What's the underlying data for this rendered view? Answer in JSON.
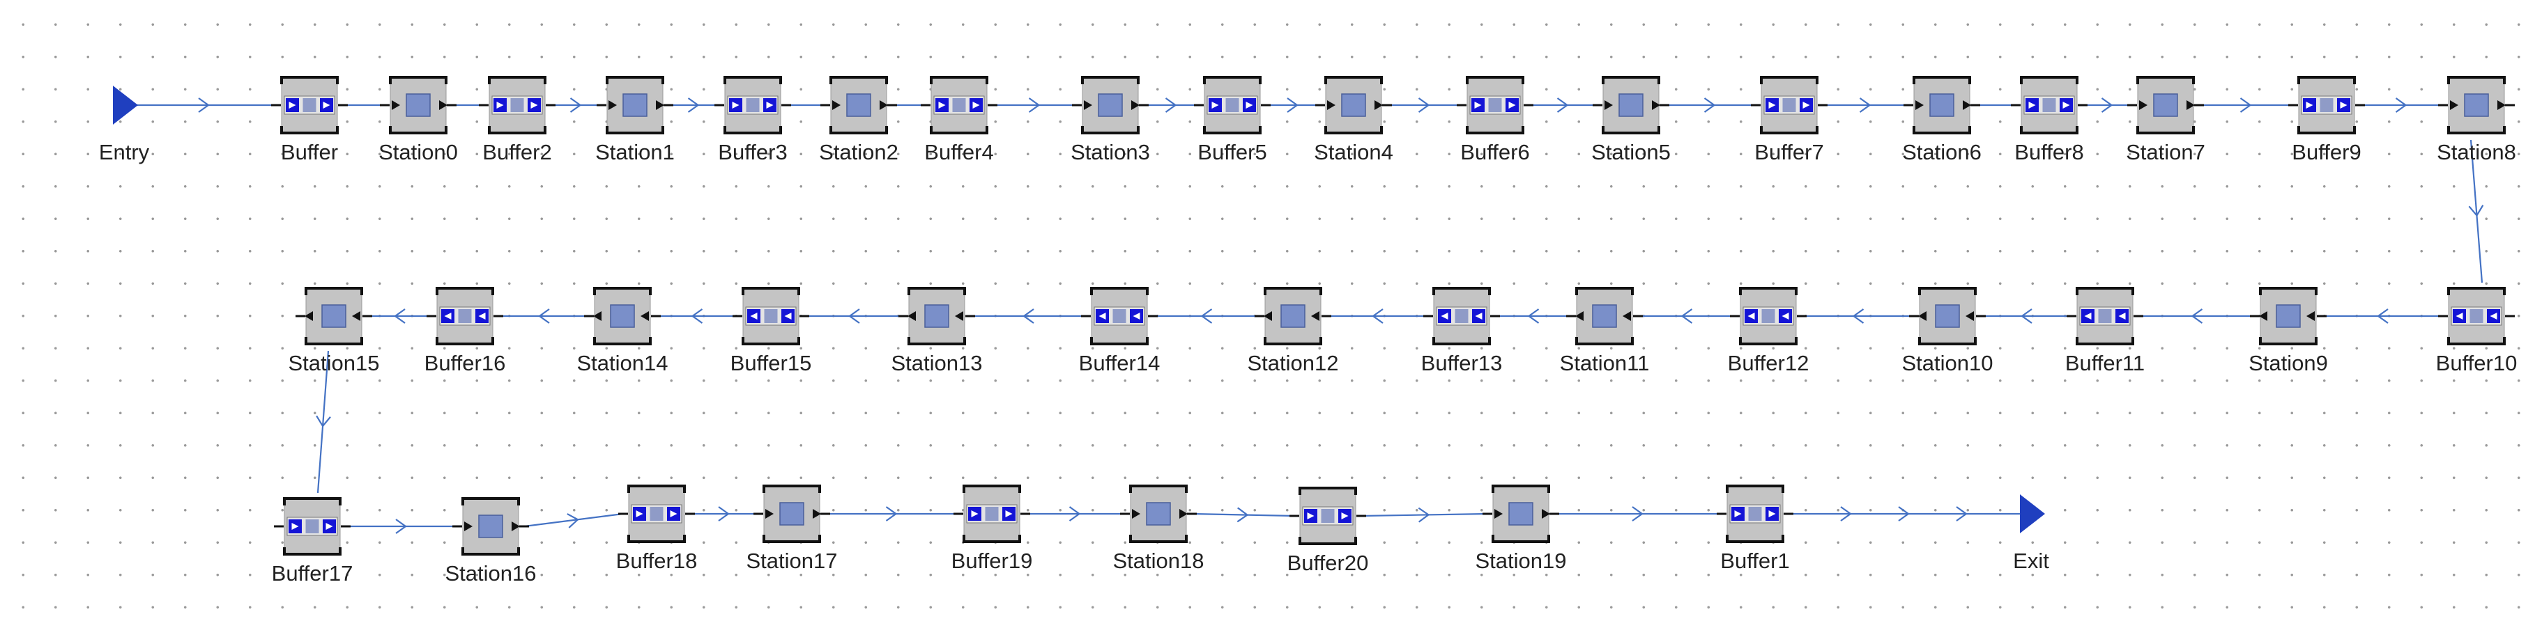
{
  "colors": {
    "connector": "#4472c4",
    "frame": "#111111",
    "block_fill": "#c4c4c4",
    "station_square": "#7a8fc9",
    "buffer_cell": "#1414d6",
    "entry_exit": "#1f3fbf"
  },
  "nodes": [
    {
      "id": "entry",
      "type": "entry",
      "label": "Entry"
    },
    {
      "id": "buffer",
      "type": "buffer",
      "label": "Buffer"
    },
    {
      "id": "station0",
      "type": "station",
      "label": "Station0"
    },
    {
      "id": "buffer2",
      "type": "buffer",
      "label": "Buffer2"
    },
    {
      "id": "station1",
      "type": "station",
      "label": "Station1"
    },
    {
      "id": "buffer3",
      "type": "buffer",
      "label": "Buffer3"
    },
    {
      "id": "station2",
      "type": "station",
      "label": "Station2"
    },
    {
      "id": "buffer4",
      "type": "buffer",
      "label": "Buffer4"
    },
    {
      "id": "station3",
      "type": "station",
      "label": "Station3"
    },
    {
      "id": "buffer5",
      "type": "buffer",
      "label": "Buffer5"
    },
    {
      "id": "station4",
      "type": "station",
      "label": "Station4"
    },
    {
      "id": "buffer6",
      "type": "buffer",
      "label": "Buffer6"
    },
    {
      "id": "station5",
      "type": "station",
      "label": "Station5"
    },
    {
      "id": "buffer7",
      "type": "buffer",
      "label": "Buffer7"
    },
    {
      "id": "station6",
      "type": "station",
      "label": "Station6"
    },
    {
      "id": "buffer8",
      "type": "buffer",
      "label": "Buffer8"
    },
    {
      "id": "station7",
      "type": "station",
      "label": "Station7"
    },
    {
      "id": "buffer9",
      "type": "buffer",
      "label": "Buffer9"
    },
    {
      "id": "station8",
      "type": "station",
      "label": "Station8"
    },
    {
      "id": "buffer10",
      "type": "buffer",
      "label": "Buffer10"
    },
    {
      "id": "station9",
      "type": "station",
      "label": "Station9"
    },
    {
      "id": "buffer11",
      "type": "buffer",
      "label": "Buffer11"
    },
    {
      "id": "station10",
      "type": "station",
      "label": "Station10"
    },
    {
      "id": "buffer12",
      "type": "buffer",
      "label": "Buffer12"
    },
    {
      "id": "station11",
      "type": "station",
      "label": "Station11"
    },
    {
      "id": "buffer13",
      "type": "buffer",
      "label": "Buffer13"
    },
    {
      "id": "station12",
      "type": "station",
      "label": "Station12"
    },
    {
      "id": "buffer14",
      "type": "buffer",
      "label": "Buffer14"
    },
    {
      "id": "station13",
      "type": "station",
      "label": "Station13"
    },
    {
      "id": "buffer15",
      "type": "buffer",
      "label": "Buffer15"
    },
    {
      "id": "station14",
      "type": "station",
      "label": "Station14"
    },
    {
      "id": "buffer16",
      "type": "buffer",
      "label": "Buffer16"
    },
    {
      "id": "station15",
      "type": "station",
      "label": "Station15"
    },
    {
      "id": "buffer17",
      "type": "buffer",
      "label": "Buffer17"
    },
    {
      "id": "station16",
      "type": "station",
      "label": "Station16"
    },
    {
      "id": "buffer18",
      "type": "buffer",
      "label": "Buffer18"
    },
    {
      "id": "station17",
      "type": "station",
      "label": "Station17"
    },
    {
      "id": "buffer19",
      "type": "buffer",
      "label": "Buffer19"
    },
    {
      "id": "station18",
      "type": "station",
      "label": "Station18"
    },
    {
      "id": "buffer20",
      "type": "buffer",
      "label": "Buffer20"
    },
    {
      "id": "station19",
      "type": "station",
      "label": "Station19"
    },
    {
      "id": "buffer1",
      "type": "buffer",
      "label": "Buffer1"
    },
    {
      "id": "exit",
      "type": "exit",
      "label": "Exit"
    }
  ]
}
